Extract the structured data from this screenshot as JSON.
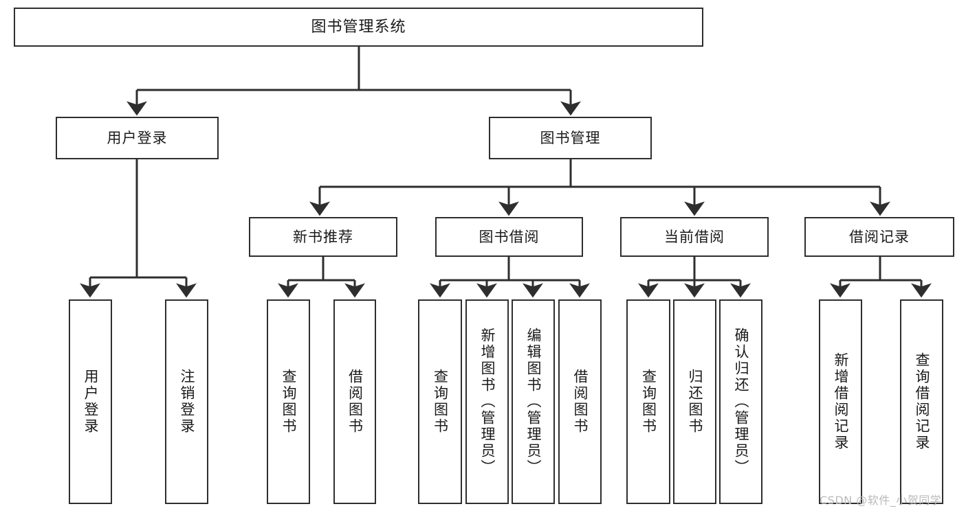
{
  "diagram": {
    "type": "tree",
    "title": "图书管理系统",
    "root": {
      "id": "root",
      "label": "图书管理系统"
    },
    "level2": [
      {
        "id": "user-login",
        "label": "用户登录"
      },
      {
        "id": "book-manage",
        "label": "图书管理"
      }
    ],
    "level3": [
      {
        "id": "new-book-rec",
        "label": "新书推荐",
        "parent": "book-manage"
      },
      {
        "id": "book-borrow",
        "label": "图书借阅",
        "parent": "book-manage"
      },
      {
        "id": "current-borrow",
        "label": "当前借阅",
        "parent": "book-manage"
      },
      {
        "id": "borrow-record",
        "label": "借阅记录",
        "parent": "book-manage"
      }
    ],
    "leaves": {
      "user_login": [
        {
          "id": "leaf-user-login",
          "label": "用户登录"
        },
        {
          "id": "leaf-logout-login",
          "label": "注销登录"
        }
      ],
      "new_book_rec": [
        {
          "id": "leaf-query-book-1",
          "label": "查询图书"
        },
        {
          "id": "leaf-borrow-book-1",
          "label": "借阅图书"
        }
      ],
      "book_borrow": [
        {
          "id": "leaf-query-book-2",
          "label": "查询图书"
        },
        {
          "id": "leaf-add-book",
          "label": "新增图书（管理员）"
        },
        {
          "id": "leaf-edit-book",
          "label": "编辑图书（管理员）"
        },
        {
          "id": "leaf-borrow-book-2",
          "label": "借阅图书"
        }
      ],
      "current_borrow": [
        {
          "id": "leaf-query-book-3",
          "label": "查询图书"
        },
        {
          "id": "leaf-return-book",
          "label": "归还图书"
        },
        {
          "id": "leaf-confirm-return",
          "label": "确认归还（管理员）"
        }
      ],
      "borrow_record": [
        {
          "id": "leaf-add-record",
          "label": "新增借阅记录"
        },
        {
          "id": "leaf-query-record",
          "label": "查询借阅记录"
        }
      ]
    }
  },
  "watermark": {
    "text": "CSDN @软件_小贺同学"
  },
  "colors": {
    "stroke": "#2e2e2e",
    "node_fill": "#ffffff",
    "text": "#1a1a1a",
    "watermark": "#b9b9b9",
    "background": "#ffffff"
  }
}
